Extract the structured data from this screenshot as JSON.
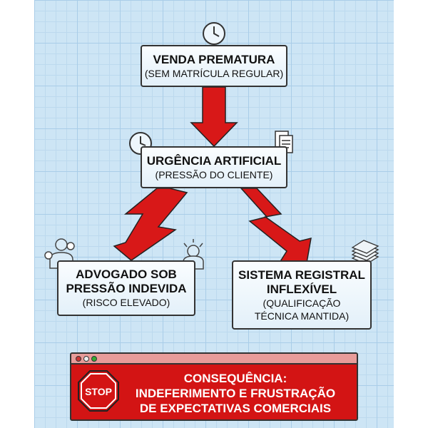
{
  "box1": {
    "title": "VENDA PREMATURA",
    "subtitle": "(SEM MATRÍCULA REGULAR)"
  },
  "box2": {
    "title": "URGÊNCIA ARTIFICIAL",
    "subtitle": "(PRESSÃO DO CLIENTE)"
  },
  "box3": {
    "title_line1": "ADVOGADO SOB",
    "title_line2": "PRESSÃO INDEVIDA",
    "subtitle": "(RISCO ELEVADO)"
  },
  "box4": {
    "title_line1": "SISTEMA REGISTRAL",
    "title_line2": "INFLEXÍVEL",
    "subtitle_line1": "(QUALIFICAÇÃO",
    "subtitle_line2": "TÉCNICA MANTIDA)"
  },
  "consequence": {
    "line1": "CONSEQUÊNCIA:",
    "line2": "INDEFERIMENTO E FRUSTRAÇÃO",
    "line3": "DE EXPECTATIVAS COMERCIAIS",
    "stop_label": "STOP"
  },
  "colors": {
    "arrow": "#d81818",
    "banner": "#d31414",
    "background": "#cde5f5"
  }
}
